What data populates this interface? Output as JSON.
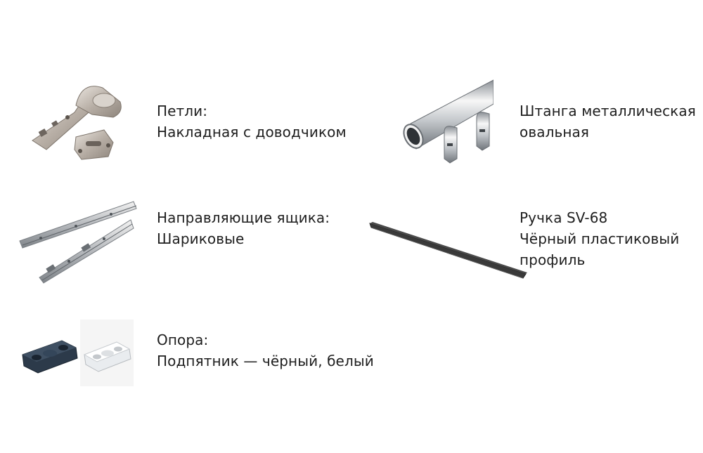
{
  "items": {
    "hinges": {
      "title": "Петли:",
      "subtitle": "Накладная с доводчиком",
      "icon": "cabinet-hinge-icon"
    },
    "rails": {
      "title": "Направляющие ящика:",
      "subtitle": "Шариковые",
      "icon": "drawer-slide-icon"
    },
    "supports": {
      "title": "Опора:",
      "subtitle": "Подпятник — чёрный, белый",
      "icon": "furniture-glide-icon"
    },
    "rod": {
      "title": "Штанга металлическая",
      "subtitle": "овальная",
      "icon": "oval-wardrobe-rod-icon"
    },
    "handle": {
      "title": "Ручка SV-68",
      "subtitle": "Чёрный пластиковый",
      "subtitle2": "профиль",
      "icon": "profile-handle-icon"
    }
  },
  "colors": {
    "text": "#1e1e1e",
    "background": "#ffffff",
    "metal": "#b9bcc0",
    "dark_plastic": "#2c3a4a",
    "profile": "#3a3a3a"
  }
}
